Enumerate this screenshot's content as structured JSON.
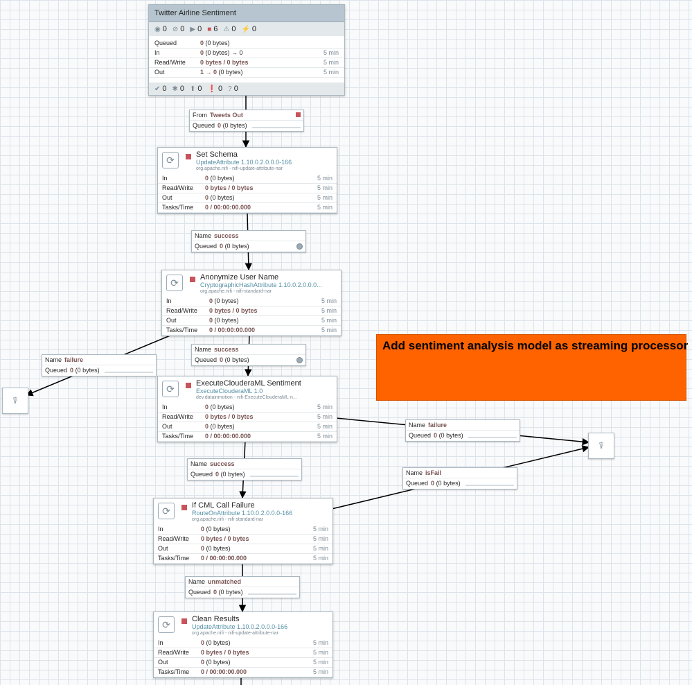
{
  "process_group": {
    "title": "Twitter Airline Sentiment",
    "stats": {
      "transmitting": "0",
      "not_transmitting": "0",
      "running": "0",
      "stopped": "6",
      "invalid": "0",
      "disabled": "0"
    },
    "rows": [
      {
        "label": "Queued",
        "value": "0",
        "detail": "(0 bytes)",
        "time": ""
      },
      {
        "label": "In",
        "value": "0",
        "detail": "(0 bytes) → 0",
        "time": "5 min"
      },
      {
        "label": "Read/Write",
        "value": "0 bytes / 0 bytes",
        "detail": "",
        "time": "5 min"
      },
      {
        "label": "Out",
        "value": "1 → 0",
        "detail": "(0 bytes)",
        "time": "5 min"
      }
    ],
    "footer": {
      "up_to_date": "0",
      "locally_modified": "0",
      "stale": "0",
      "mod_and_stale": "0",
      "sync_failure": "0"
    }
  },
  "connections": [
    {
      "key": "From",
      "name": "Tweets Out",
      "queued": "0",
      "bytes": "(0 bytes)"
    },
    {
      "key": "Name",
      "name": "success",
      "queued": "0",
      "bytes": "(0 bytes)"
    },
    {
      "key": "Name",
      "name": "success",
      "queued": "0",
      "bytes": "(0 bytes)"
    },
    {
      "key": "Name",
      "name": "failure",
      "queued": "0",
      "bytes": "(0 bytes)"
    },
    {
      "key": "Name",
      "name": "failure",
      "queued": "0",
      "bytes": "(0 bytes)"
    },
    {
      "key": "Name",
      "name": "success",
      "queued": "0",
      "bytes": "(0 bytes)"
    },
    {
      "key": "Name",
      "name": "isFail",
      "queued": "0",
      "bytes": "(0 bytes)"
    },
    {
      "key": "Name",
      "name": "unmatched",
      "queued": "0",
      "bytes": "(0 bytes)"
    }
  ],
  "queued_label": "Queued",
  "processors": [
    {
      "name": "Set Schema",
      "type": "UpdateAttribute 1.10.0.2.0.0.0-166",
      "bundle": "org.apache.nifi - nifi-update-attribute-nar"
    },
    {
      "name": "Anonymize User Name",
      "type": "CryptographicHashAttribute 1.10.0.2.0.0.0...",
      "bundle": "org.apache.nifi - nifi-standard-nar"
    },
    {
      "name": "ExecuteClouderaML Sentiment",
      "type": "ExecuteClouderaML 1.0",
      "bundle": "dev.datainmotion - nifi-ExecuteClouderaML-n..."
    },
    {
      "name": "If CML Call Failure",
      "type": "RouteOnAttribute 1.10.0.2.0.0.0-166",
      "bundle": "org.apache.nifi - nifi-standard-nar"
    },
    {
      "name": "Clean Results",
      "type": "UpdateAttribute 1.10.0.2.0.0.0-166",
      "bundle": "org.apache.nifi - nifi-update-attribute-nar"
    }
  ],
  "proc_rows": [
    {
      "label": "In",
      "value": "0",
      "detail": "(0 bytes)",
      "time": "5 min"
    },
    {
      "label": "Read/Write",
      "value": "0 bytes / 0 bytes",
      "detail": "",
      "time": "5 min"
    },
    {
      "label": "Out",
      "value": "0",
      "detail": "(0 bytes)",
      "time": "5 min"
    },
    {
      "label": "Tasks/Time",
      "value": "0 / 00:00:00.000",
      "detail": "",
      "time": "5 min"
    }
  ],
  "annotation": {
    "text": "Add sentiment analysis model as streaming processor",
    "color": "#ff6300"
  },
  "colors": {
    "stopped": "#c8545b",
    "value": "#775351",
    "type_link": "#5490a6"
  }
}
